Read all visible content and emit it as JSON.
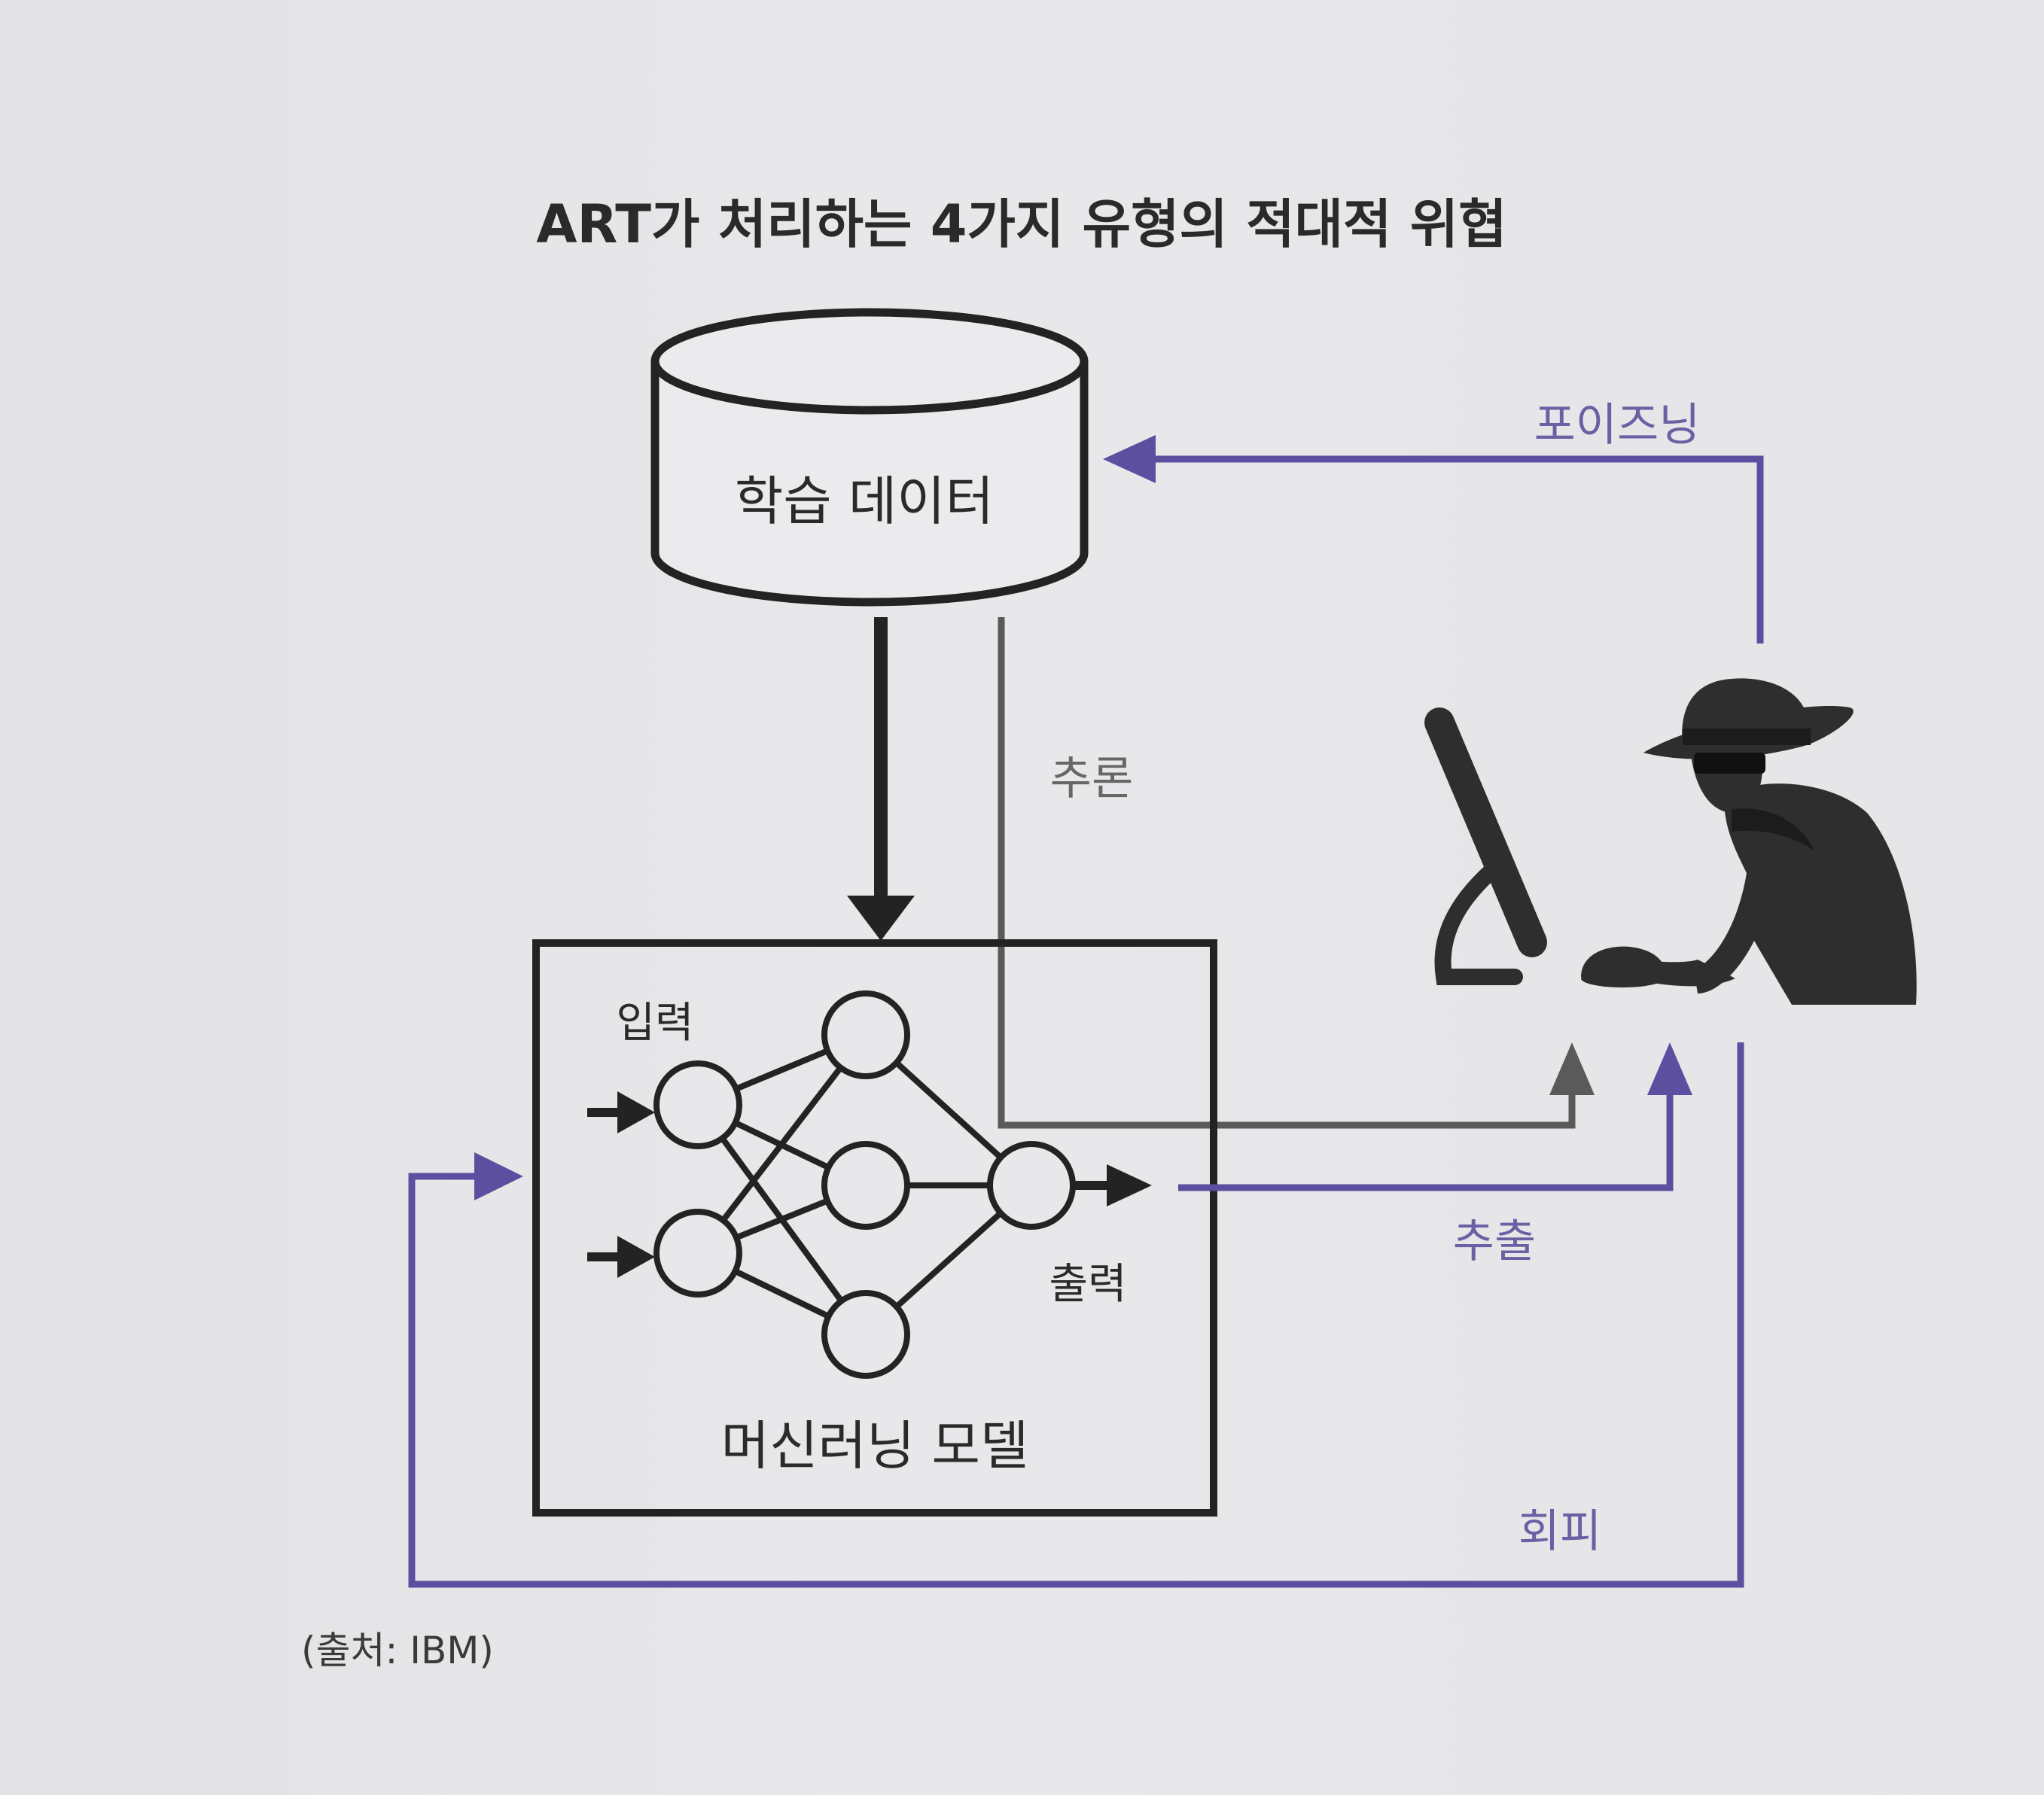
{
  "title": "ART가 처리하는 4가지 유형의 적대적 위협",
  "training_data": {
    "label": "학습 데이터"
  },
  "model": {
    "label": "머신러닝 모델",
    "input_label": "입력",
    "output_label": "출력"
  },
  "threats": {
    "poisoning": "포이즈닝",
    "inference": "추론",
    "extraction": "추출",
    "evasion": "회피"
  },
  "source": "(출처: IBM)",
  "colors": {
    "ink": "#232323",
    "purple": "#5c4fa0",
    "gray": "#5a5a5a",
    "background": "#e6e6e9"
  },
  "icons": [
    "database-cylinder-icon",
    "neural-network-icon",
    "computer-monitor-icon",
    "hacker-spy-icon",
    "mouse-icon"
  ]
}
